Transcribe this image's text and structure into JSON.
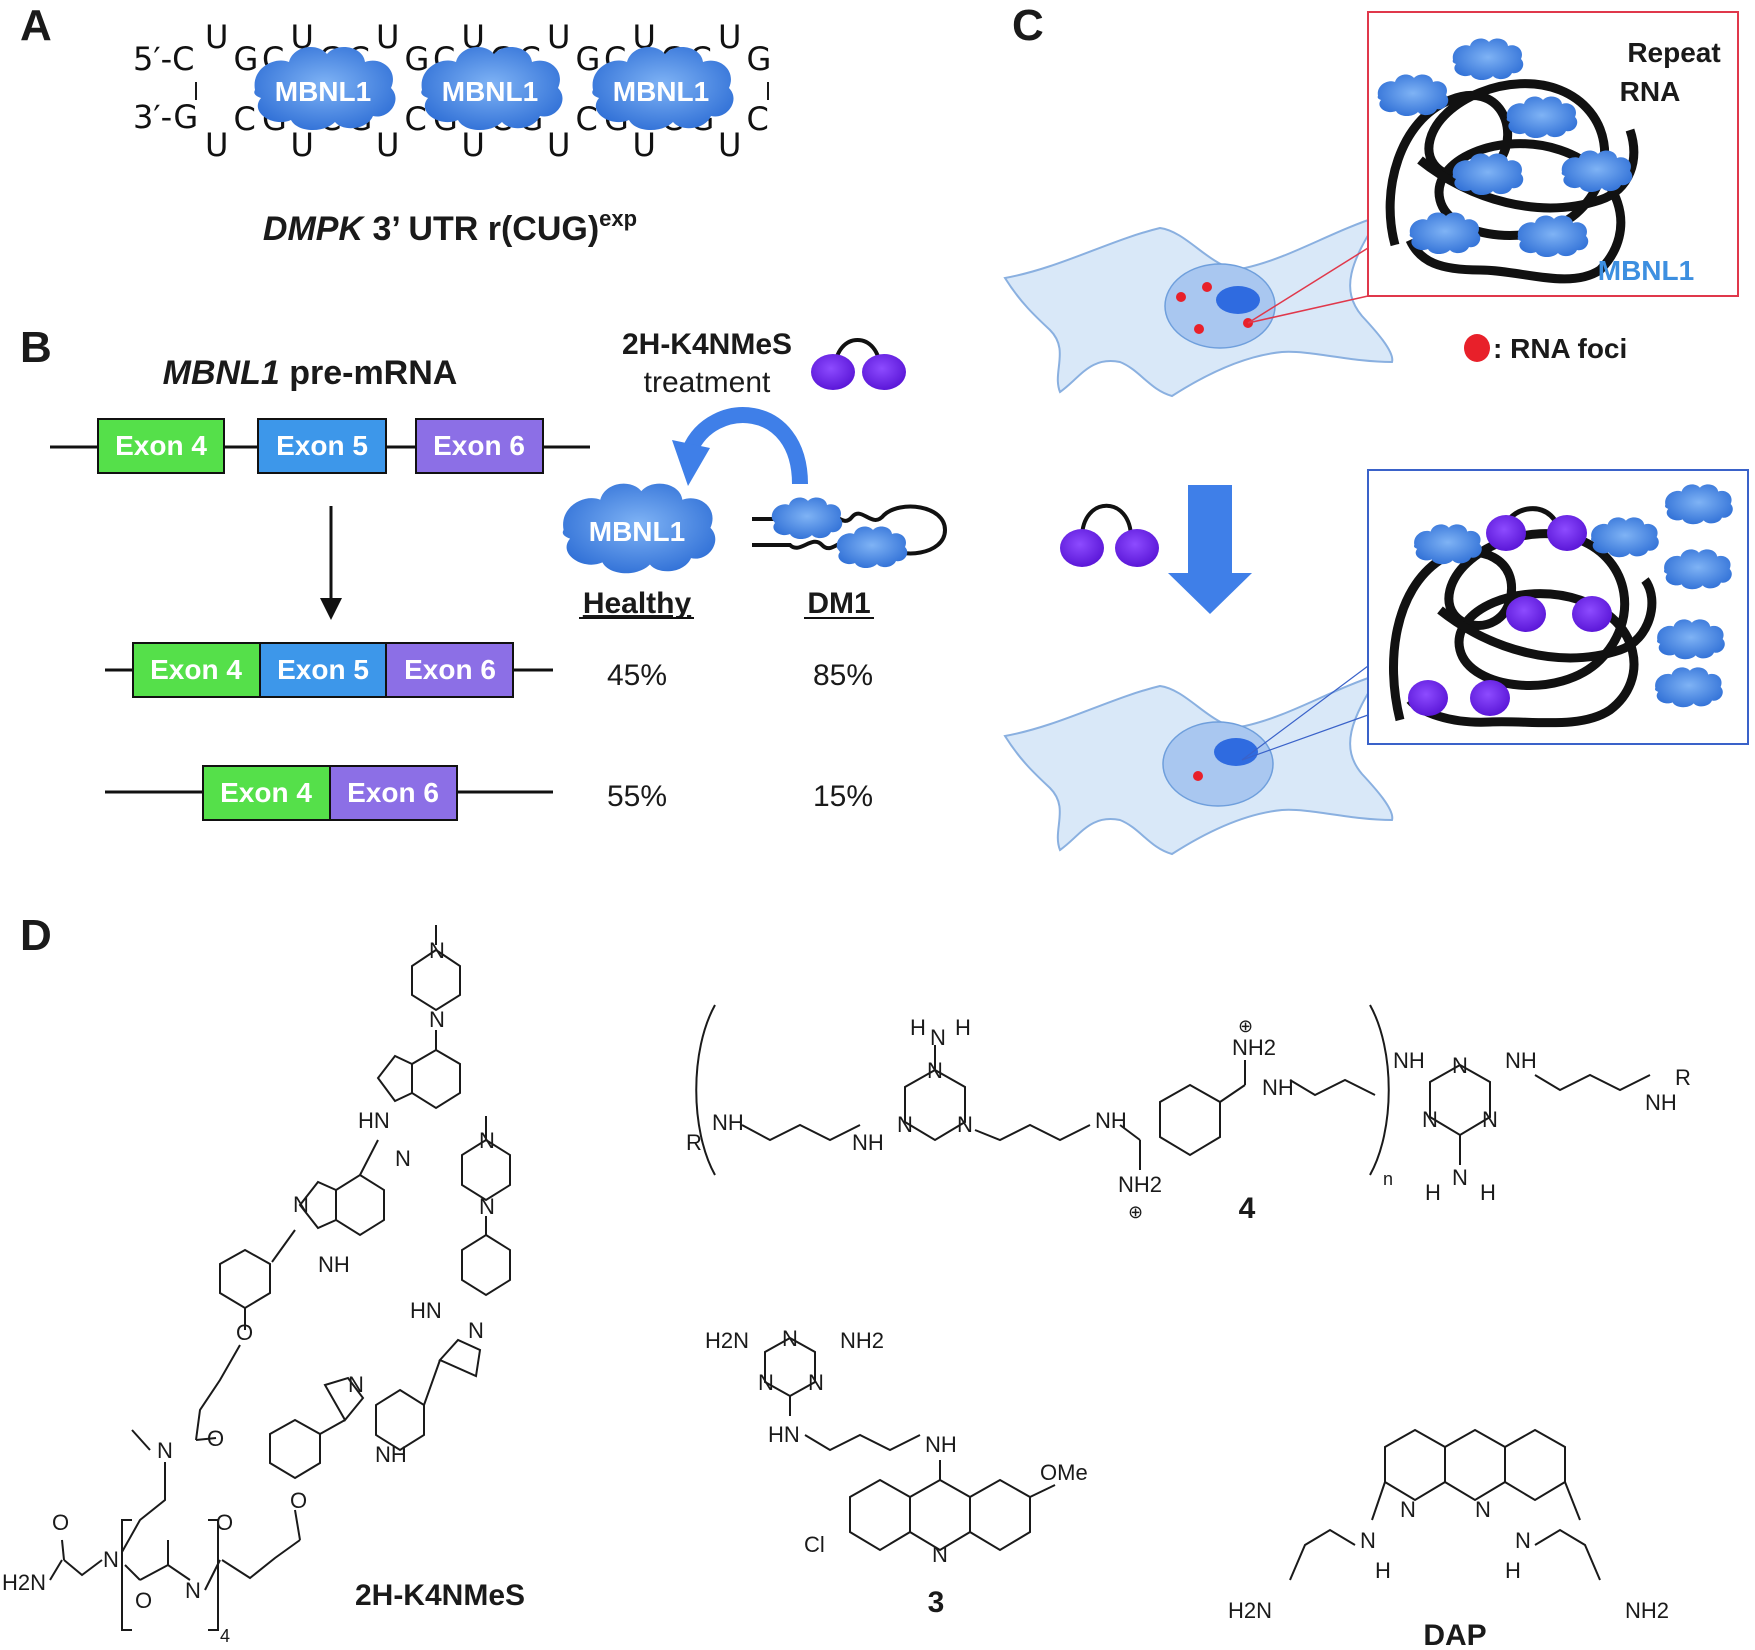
{
  "panel_labels": {
    "a": "A",
    "b": "B",
    "c": "C",
    "d": "D"
  },
  "panel_a": {
    "five_prime": "5′-C",
    "three_prime": "3′-G",
    "top_strand_letters": [
      "U",
      "G",
      "C",
      "U",
      "G",
      "C",
      "U",
      "G",
      "C",
      "U",
      "G",
      "C",
      "U",
      "G",
      "C",
      "U",
      "G",
      "C",
      "U",
      "G"
    ],
    "bottom_strand_letters": [
      "U",
      "C",
      "G",
      "U",
      "C",
      "G",
      "U",
      "C",
      "G",
      "U",
      "C",
      "G",
      "U",
      "C",
      "G",
      "U",
      "C",
      "G",
      "U",
      "C"
    ],
    "protein_label": "MBNL1",
    "caption_italic": "DMPK",
    "caption_text": " 3’ UTR r(CUG)",
    "caption_superscript": "exp"
  },
  "panel_b": {
    "title_italic": "MBNL1",
    "title_text": " pre-mRNA",
    "exons": [
      "Exon 4",
      "Exon 5",
      "Exon 6"
    ],
    "treatment_compound": "2H-K4NMeS",
    "treatment_word": "treatment",
    "protein_label": "MBNL1",
    "healthy_label": "Healthy",
    "dm1_label": "DM1",
    "isoform_rows": [
      {
        "exons": [
          "Exon 4",
          "Exon 5",
          "Exon 6"
        ],
        "healthy": "45%",
        "dm1": "85%"
      },
      {
        "exons": [
          "Exon 4",
          "Exon 6"
        ],
        "healthy": "55%",
        "dm1": "15%"
      }
    ],
    "colors": {
      "exon4": "#55e04a",
      "exon5": "#3d97ea",
      "exon6": "#8c6fe6"
    }
  },
  "panel_c": {
    "repeat_label_line1": "Repeat",
    "repeat_label_line2": "RNA",
    "mbnl1_label": "MBNL1",
    "foci_legend": ": RNA foci",
    "colors": {
      "inset_top_border": "#e0384b",
      "inset_bottom_border": "#3a62c9",
      "foci": "#e8202a",
      "mbnl1_text": "#3d8fe0",
      "arrow": "#3f7fe8"
    }
  },
  "panel_d": {
    "compound_2h": "2H-K4NMeS",
    "compound_3": "3",
    "compound_4": "4",
    "compound_dap": "DAP",
    "atoms": {
      "n": "N",
      "nh": "NH",
      "hn": "HN",
      "h": "H",
      "o": "O",
      "cl": "Cl",
      "ome": "OMe",
      "nh2": "NH2",
      "h2n": "H2N",
      "r": "R",
      "nsub": "n",
      "four": "4",
      "plus": "⊕"
    }
  }
}
